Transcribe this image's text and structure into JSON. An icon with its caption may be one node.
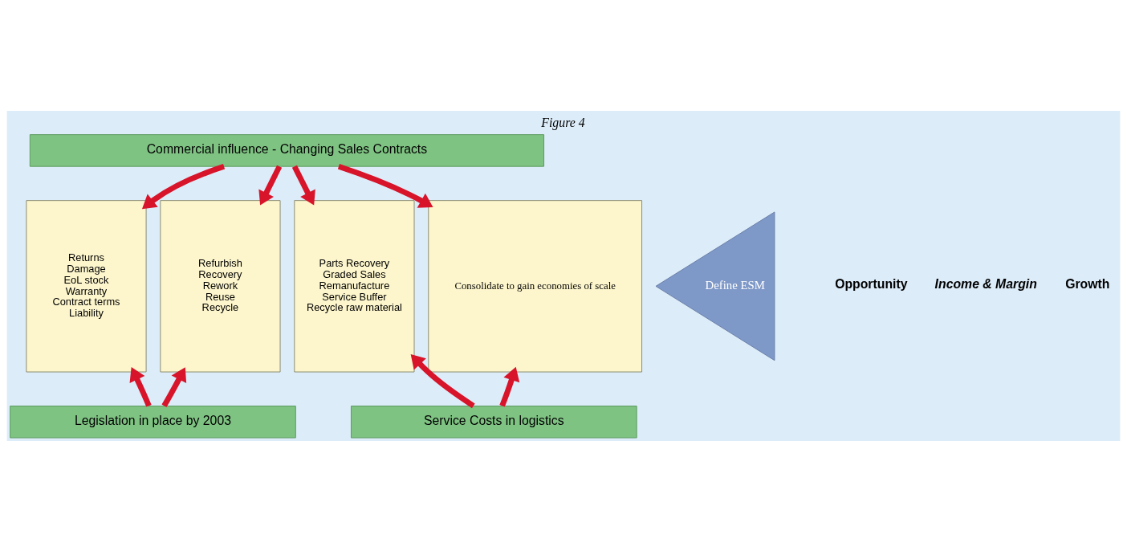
{
  "diagram": {
    "title": "Figure 4",
    "nodes": [
      {
        "text": [
          "Commercial influence - Changing Sales Contracts"
        ]
      },
      {
        "text": [
          "Returns",
          "Damage",
          "EoL stock",
          "Warranty",
          "Contract terms",
          "Liability"
        ]
      },
      {
        "text": [
          "Refurbish",
          "Recovery",
          "Rework",
          "Reuse",
          "Recycle"
        ]
      },
      {
        "text": [
          "Parts Recovery",
          "Graded Sales",
          "Remanufacture",
          "Service Buffer",
          "Recycle raw material"
        ]
      },
      {
        "text": [
          "Consolidate to gain economies of scale"
        ]
      },
      {
        "text": [
          "Define ESM"
        ]
      },
      {
        "text": [
          "Legislation in place by 2003"
        ]
      },
      {
        "text": [
          "Service Costs in logistics"
        ]
      }
    ],
    "edges": [
      {
        "from": 0,
        "to": 1,
        "arrow": "to"
      },
      {
        "from": 0,
        "to": 2,
        "arrow": "to"
      },
      {
        "from": 0,
        "to": 3,
        "arrow": "to"
      },
      {
        "from": 0,
        "to": 4,
        "arrow": "to"
      },
      {
        "from": 6,
        "to": 1,
        "arrow": "to"
      },
      {
        "from": 6,
        "to": 2,
        "arrow": "to"
      },
      {
        "from": 7,
        "to": 3,
        "arrow": "to"
      },
      {
        "from": 7,
        "to": 4,
        "arrow": "to"
      }
    ],
    "labels": [
      "Opportunity",
      "Income & Margin",
      "Growth"
    ]
  }
}
